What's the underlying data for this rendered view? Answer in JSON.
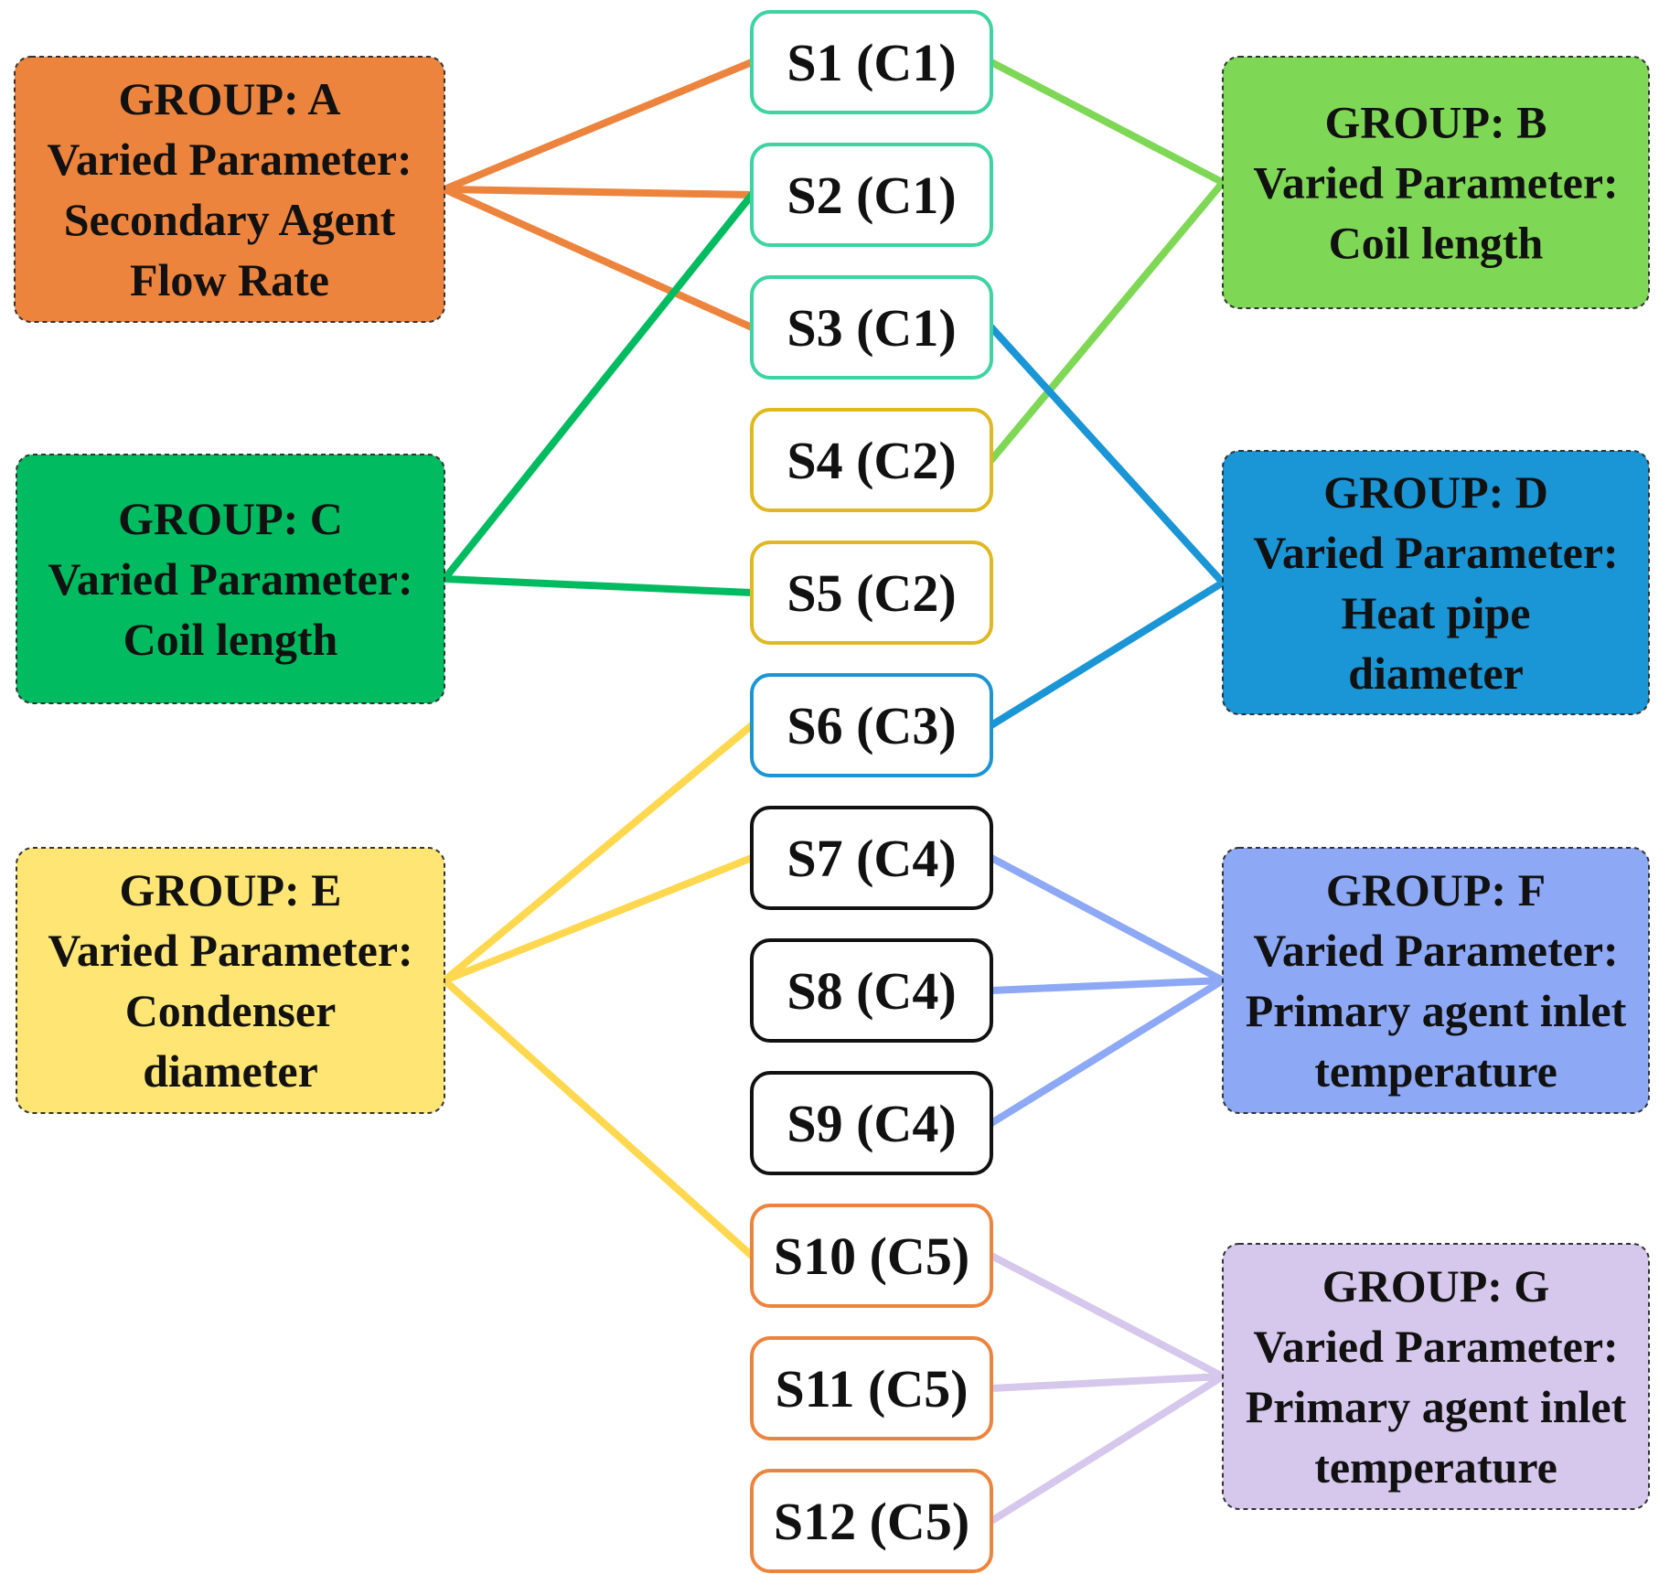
{
  "groups": [
    {
      "id": "A",
      "lines": [
        "GROUP: A",
        "Varied Parameter:",
        "Secondary Agent",
        "Flow Rate"
      ],
      "fill": "#ED843E",
      "line_color": "#ED843E"
    },
    {
      "id": "B",
      "lines": [
        "GROUP: B",
        "Varied Parameter:",
        "Coil length"
      ],
      "fill": "#7FD855",
      "line_color": "#7FD855"
    },
    {
      "id": "C",
      "lines": [
        "GROUP: C",
        "Varied Parameter:",
        "Coil length"
      ],
      "fill": "#00BB60",
      "line_color": "#00BB60"
    },
    {
      "id": "D",
      "lines": [
        "GROUP: D",
        "Varied Parameter:",
        "Heat pipe",
        "diameter"
      ],
      "fill": "#1A95D5",
      "line_color": "#1A95D5"
    },
    {
      "id": "E",
      "lines": [
        "GROUP: E",
        "Varied Parameter:",
        "Condenser",
        "diameter"
      ],
      "fill": "#FFE573",
      "line_color": "#FFD84F"
    },
    {
      "id": "F",
      "lines": [
        "GROUP: F",
        "Varied Parameter:",
        "Primary agent inlet",
        "temperature"
      ],
      "fill": "#8DA8F5",
      "line_color": "#8DA8F5"
    },
    {
      "id": "G",
      "lines": [
        "GROUP: G",
        "Varied Parameter:",
        "Primary agent inlet",
        "temperature"
      ],
      "fill": "#D6C7EC",
      "line_color": "#D6C7EC"
    }
  ],
  "sims": [
    {
      "id": "S1",
      "label": "S1 (C1)",
      "border": "#3CD4A0"
    },
    {
      "id": "S2",
      "label": "S2 (C1)",
      "border": "#3CD4A0"
    },
    {
      "id": "S3",
      "label": "S3 (C1)",
      "border": "#3CD4A0"
    },
    {
      "id": "S4",
      "label": "S4 (C2)",
      "border": "#E0B820"
    },
    {
      "id": "S5",
      "label": "S5 (C2)",
      "border": "#E0B820"
    },
    {
      "id": "S6",
      "label": "S6 (C3)",
      "border": "#1A95D5"
    },
    {
      "id": "S7",
      "label": "S7 (C4)",
      "border": "#111111"
    },
    {
      "id": "S8",
      "label": "S8 (C4)",
      "border": "#111111"
    },
    {
      "id": "S9",
      "label": "S9 (C4)",
      "border": "#111111"
    },
    {
      "id": "S10",
      "label": "S10 (C5)",
      "border": "#ED843E"
    },
    {
      "id": "S11",
      "label": "S11 (C5)",
      "border": "#ED843E"
    },
    {
      "id": "S12",
      "label": "S12 (C5)",
      "border": "#ED843E"
    }
  ],
  "connections": [
    {
      "group": "A",
      "sim": "S1"
    },
    {
      "group": "A",
      "sim": "S2"
    },
    {
      "group": "A",
      "sim": "S3"
    },
    {
      "group": "B",
      "sim": "S1"
    },
    {
      "group": "B",
      "sim": "S4"
    },
    {
      "group": "C",
      "sim": "S2"
    },
    {
      "group": "C",
      "sim": "S5"
    },
    {
      "group": "D",
      "sim": "S3"
    },
    {
      "group": "D",
      "sim": "S6"
    },
    {
      "group": "E",
      "sim": "S6"
    },
    {
      "group": "E",
      "sim": "S7"
    },
    {
      "group": "E",
      "sim": "S10"
    },
    {
      "group": "F",
      "sim": "S7"
    },
    {
      "group": "F",
      "sim": "S8"
    },
    {
      "group": "F",
      "sim": "S9"
    },
    {
      "group": "G",
      "sim": "S10"
    },
    {
      "group": "G",
      "sim": "S11"
    },
    {
      "group": "G",
      "sim": "S12"
    }
  ]
}
